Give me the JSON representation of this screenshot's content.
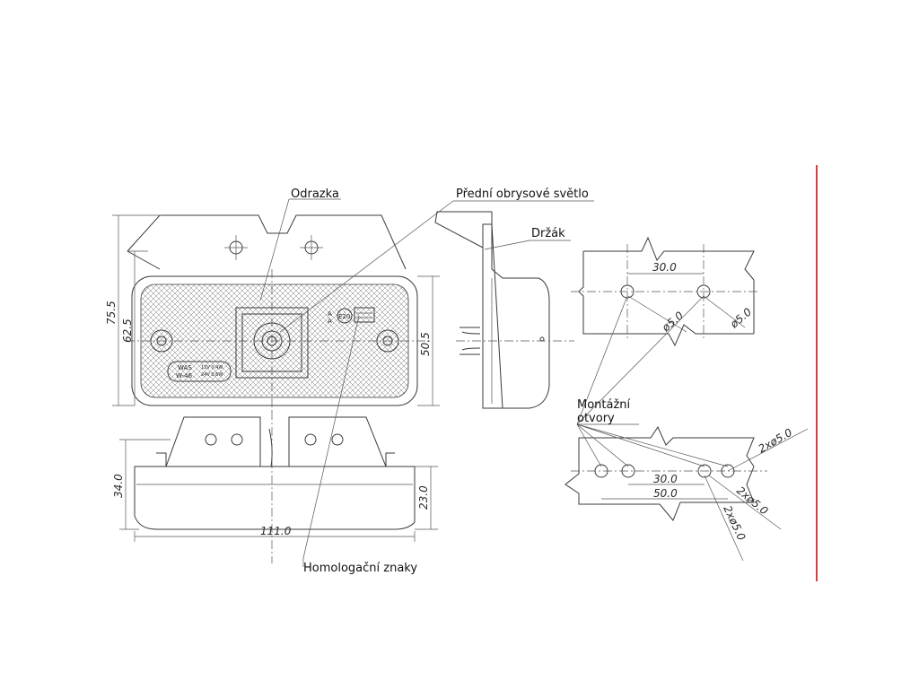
{
  "labels": {
    "reflector": "Odrazka",
    "front_light": "Přední obrysové světlo",
    "bracket": "Držák",
    "mounting_holes_line1": "Montážní",
    "mounting_holes_line2": "otvory",
    "homologation": "Homologační znaky"
  },
  "dimensions": {
    "height_total": "75.5",
    "height_body": "62.5",
    "height_side": "50.5",
    "width_bottom": "111.0",
    "depth_total": "34.0",
    "depth_body": "23.0",
    "top_spacing": "30.0",
    "top_hole_left": "ø5.0",
    "top_hole_right": "ø5.0",
    "bottom_spacing_inner": "30.0",
    "bottom_spacing_outer": "50.0",
    "bottom_hole_a": "2xø5.0",
    "bottom_hole_b": "2xø5.0",
    "bottom_hole_c": "2xø5.0"
  },
  "plate_text": {
    "brand": "WAS",
    "model": "W-46",
    "spec_12v": "12V 0,4W",
    "spec_24v": "24V 0,6W",
    "approval_mark": "E20",
    "approval_code_a": "A",
    "approval_code_b": "A"
  },
  "colors": {
    "line": "#3a3a3a",
    "border_accent": "#cc0000",
    "background": "#ffffff"
  }
}
